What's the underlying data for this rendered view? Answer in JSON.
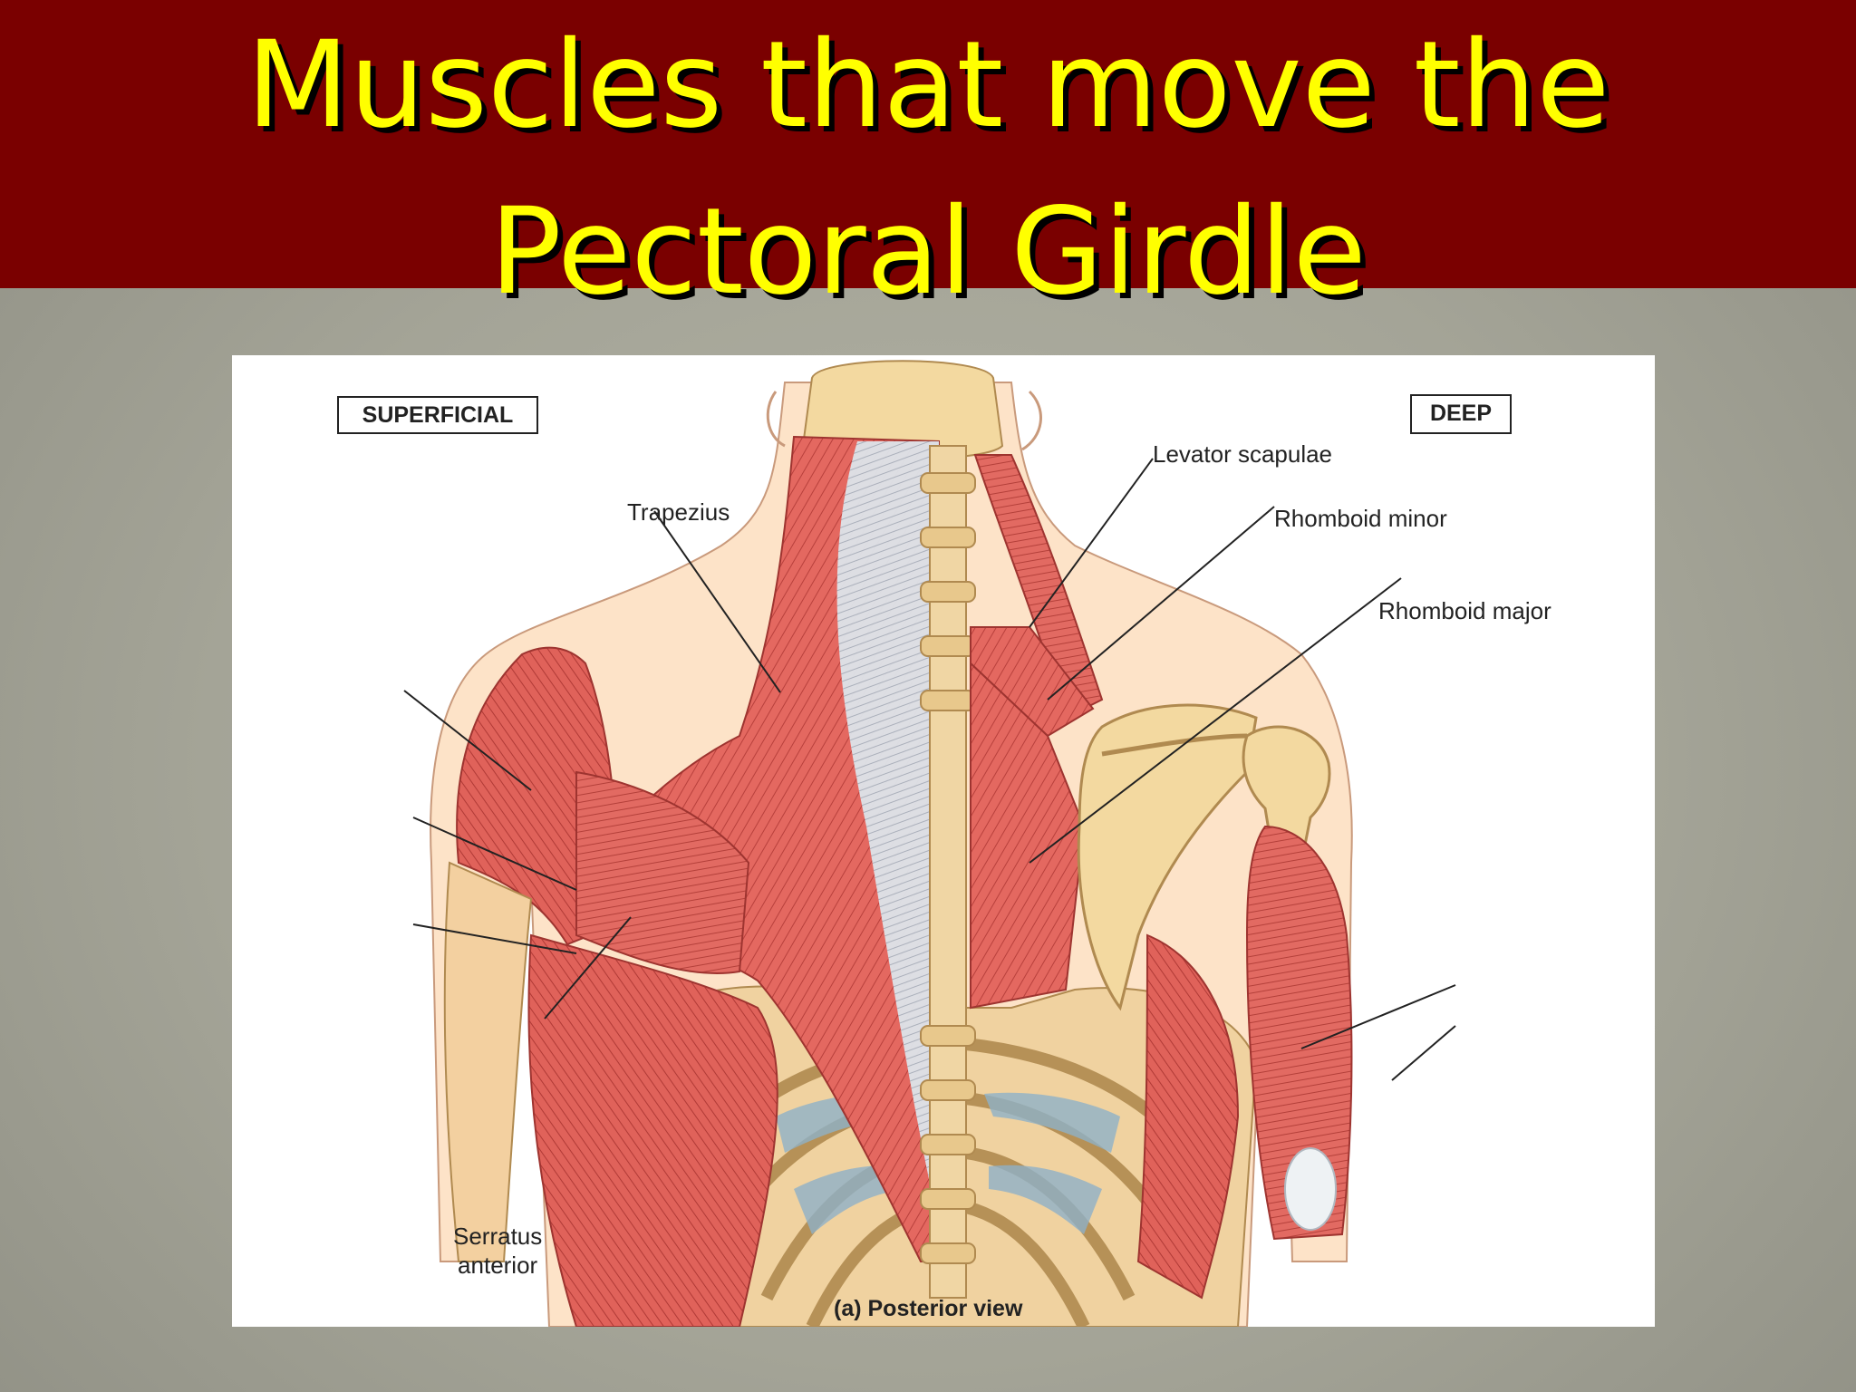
{
  "slide": {
    "title_line1": "Muscles that move the",
    "title_line2": "Pectoral Girdle"
  },
  "figure": {
    "badge_superficial": "SUPERFICIAL",
    "badge_deep": "DEEP",
    "labels": {
      "trapezius": "Trapezius",
      "levator_scapulae": "Levator scapulae",
      "rhomboid_minor": "Rhomboid minor",
      "rhomboid_major": "Rhomboid major",
      "serratus_line1": "Serratus",
      "serratus_line2": "anterior"
    },
    "caption": "(a) Posterior view"
  }
}
